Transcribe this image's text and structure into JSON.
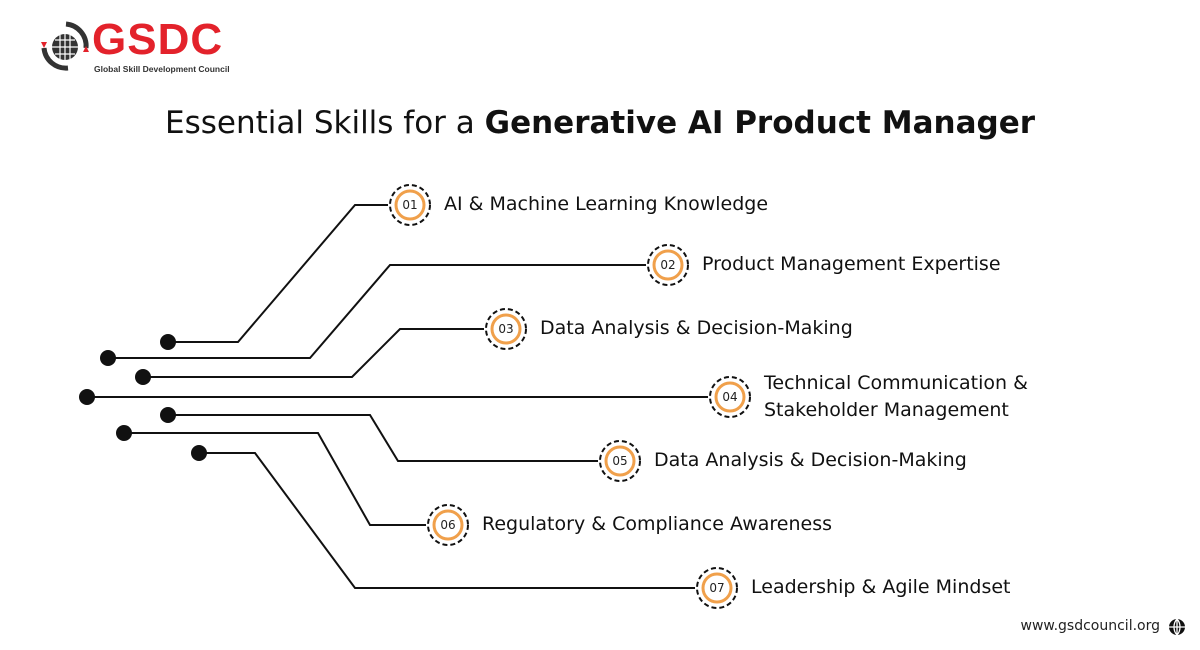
{
  "brand": {
    "name": "GSDC",
    "subtitle": "Global Skill Development Council",
    "red": "#e3222b"
  },
  "title": {
    "regular": "Essential Skills for a ",
    "bold": "Generative AI Product Manager"
  },
  "accent": "#f0a04b",
  "skills": [
    {
      "num": "01",
      "label": "AI & Machine Learning Knowledge"
    },
    {
      "num": "02",
      "label": "Product Management Expertise"
    },
    {
      "num": "03",
      "label": "Data Analysis & Decision-Making"
    },
    {
      "num": "04",
      "label": "Technical Communication &",
      "label2": "Stakeholder Management"
    },
    {
      "num": "05",
      "label": "Data Analysis & Decision-Making"
    },
    {
      "num": "06",
      "label": "Regulatory & Compliance Awareness"
    },
    {
      "num": "07",
      "label": "Leadership & Agile Mindset"
    }
  ],
  "footer": {
    "url": "www.gsdcouncil.org"
  }
}
